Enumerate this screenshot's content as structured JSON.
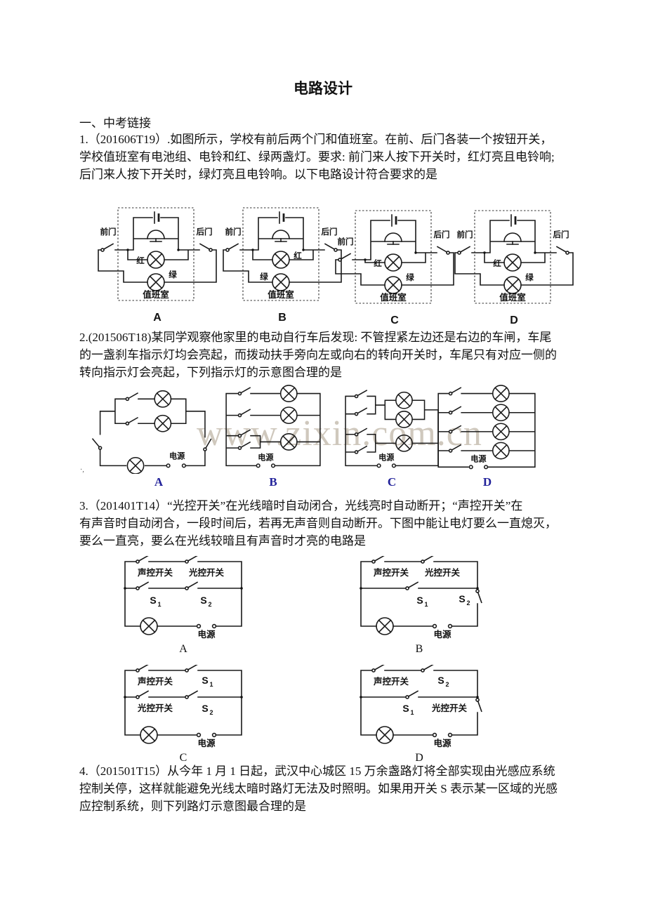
{
  "page": {
    "title": "电路设计",
    "section": "一、中考链接",
    "watermark": "www.zixin.com.cn",
    "stray_mark": "·,"
  },
  "q1": {
    "lines": [
      "1.（201606T19）.如图所示，学校有前后两个门和值班室。在前、后门各装一个按钮开关，",
      "学校值班室有电池组、电铃和红、绿两盏灯。要求: 前门来人按下开关时，红灯亮且电铃响;",
      "后门来人按下开关时，绿灯亮且电铃响。以下电路设计符合要求的是"
    ],
    "labels": {
      "front": "前门",
      "back": "后门",
      "red": "红",
      "green": "绿",
      "room": "值班室"
    },
    "options": [
      "A",
      "B",
      "C",
      "D"
    ]
  },
  "q2": {
    "lines": [
      "2.(201506T18)某同学观察他家里的电动自行车后发现: 不管捏紧左边还是右边的车闸，车尾",
      "的一盏刹车指示灯均会亮起，而拨动扶手旁向左或向右的转向开关时，车尾只有对应一侧的",
      "转向指示灯会亮起，下列指示灯的示意图合理的是"
    ],
    "labels": {
      "power": "电源"
    },
    "options": [
      "A",
      "B",
      "C",
      "D"
    ]
  },
  "q3": {
    "lines": [
      "3.（201401T14）“光控开关”在光线暗时自动闭合，光线亮时自动断开；“声控开关”在",
      "有声音时自动闭合，一段时间后，若再无声音则自动断开。下图中能让电灯要么一直熄灭，",
      "要么一直亮，要么在光线较暗且有声音时才亮的电路是"
    ],
    "labels": {
      "sound": "声控开关",
      "light": "光控开关",
      "s": "S",
      "sub1": "1",
      "sub2": "2",
      "power": "电源"
    },
    "options": [
      "A",
      "B",
      "C",
      "D"
    ]
  },
  "q4": {
    "lines": [
      "4.（201501T15）从今年 1 月 1 日起，武汉中心城区 15 万余盏路灯将全部实现由光感应系统",
      "控制关停，这样就能避免光线太暗时路灯无法及时照明。如果用开关 S 表示某一区域的光感",
      "应控制系统，则下列路灯示意图最合理的是"
    ]
  }
}
